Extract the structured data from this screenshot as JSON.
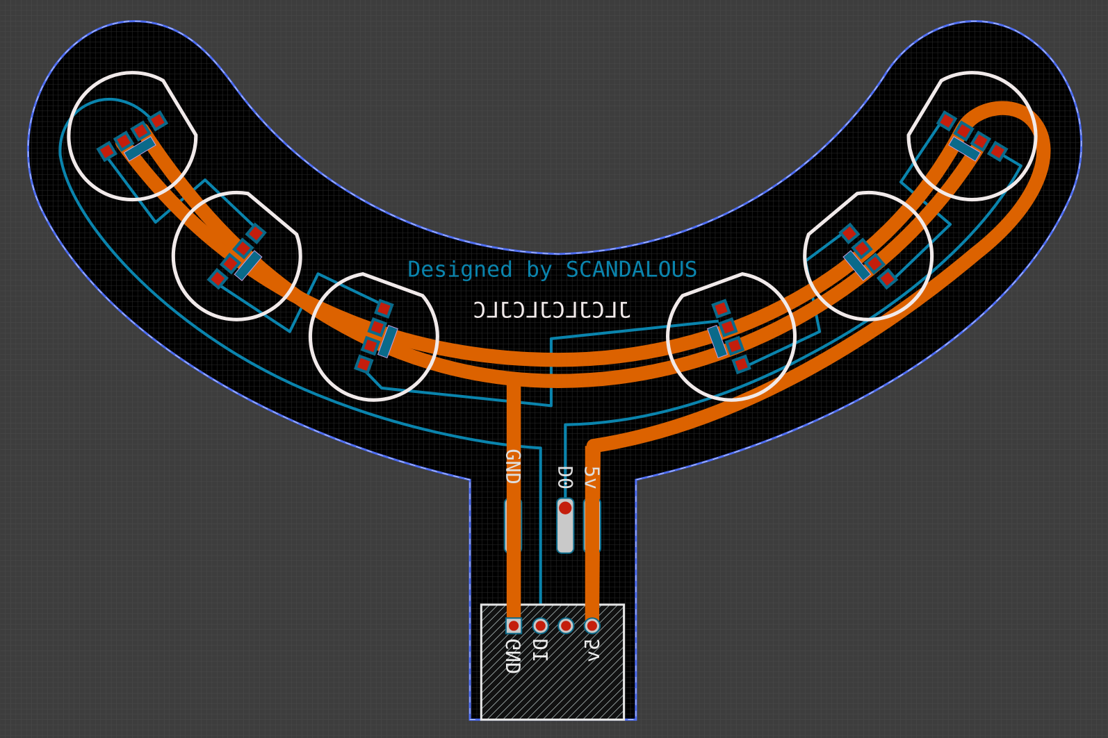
{
  "board": {
    "credit_text": "Designed by SCANDALOUS",
    "order_mark_text": "JLCJLCJLCJLC",
    "header_labels": [
      "GND",
      "D0",
      "5v"
    ],
    "connector_labels": [
      "GND",
      "DI",
      "5v"
    ]
  },
  "colors": {
    "background": "#3d3d3d",
    "board": "#000000",
    "outline": "#4f6ef2",
    "copper_top": "#dc6200",
    "copper_bottom": "#0a84ad",
    "pad": "#c41e0c",
    "silkscreen": "#f1eaea",
    "silkscreen_bottom": "#0a84ad"
  }
}
